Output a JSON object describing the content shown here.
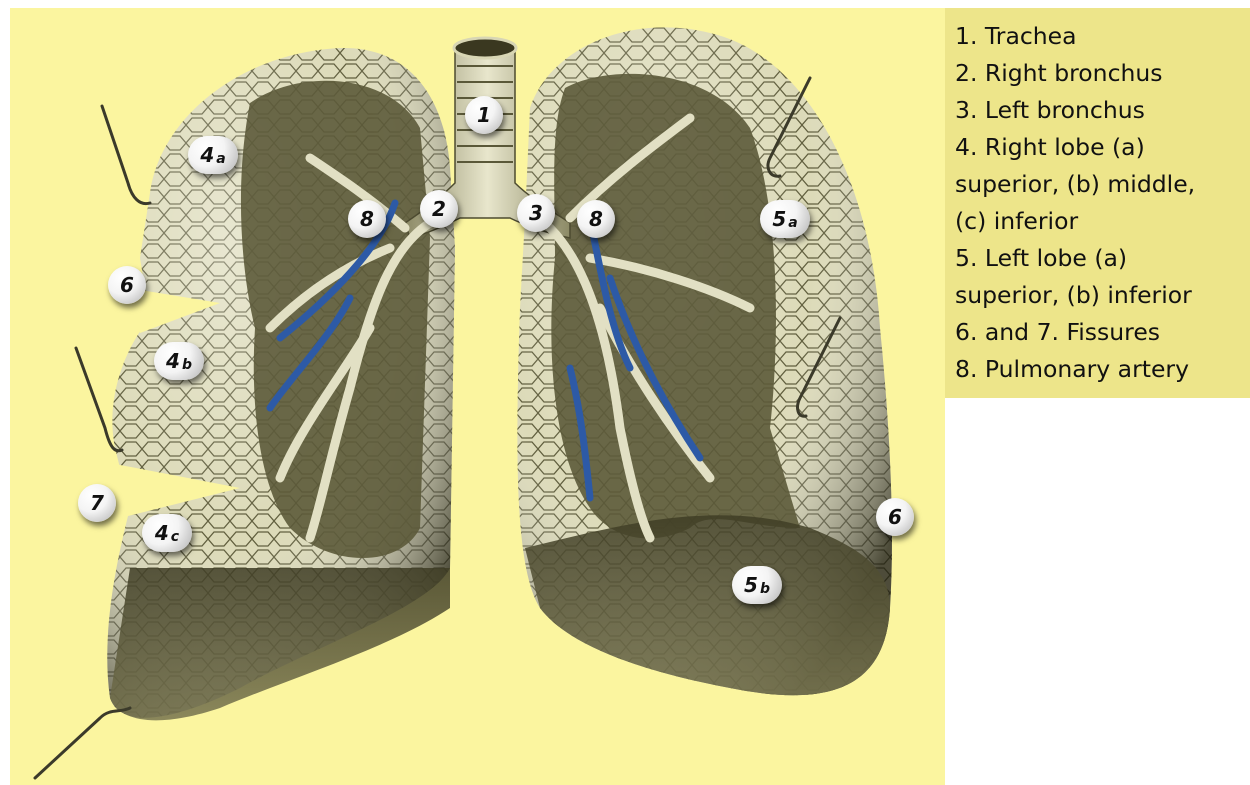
{
  "legend": {
    "lines": [
      "1. Trachea",
      "2. Right bronchus",
      "3. Left bronchus",
      "4. Right lobe (a)",
      "superior, (b) middle,",
      "(c) inferior",
      "5. Left lobe (a)",
      "superior, (b) inferior",
      "6. and 7. Fissures",
      "8. Pulmonary artery"
    ]
  },
  "markers": {
    "trachea": "1",
    "right_bronchus": "2",
    "left_bronchus": "3",
    "right_pulmonary_artery": "8",
    "left_pulmonary_artery": "8",
    "right_superior_lobe": {
      "num": "4",
      "sub": "a"
    },
    "right_middle_lobe": {
      "num": "4",
      "sub": "b"
    },
    "right_inferior_lobe": {
      "num": "4",
      "sub": "c"
    },
    "left_superior_lobe": {
      "num": "5",
      "sub": "a"
    },
    "left_inferior_lobe": {
      "num": "5",
      "sub": "b"
    },
    "fissure_right_upper": "6",
    "fissure_right_lower": "7",
    "fissure_left": "6"
  },
  "colors": {
    "background": "#fbf59f",
    "legend_background": "#ede58a",
    "lung_tissue": "#d8d6b4",
    "lung_shadow": "#4c4a2e",
    "vessel_blue": "#2d5aa6"
  }
}
